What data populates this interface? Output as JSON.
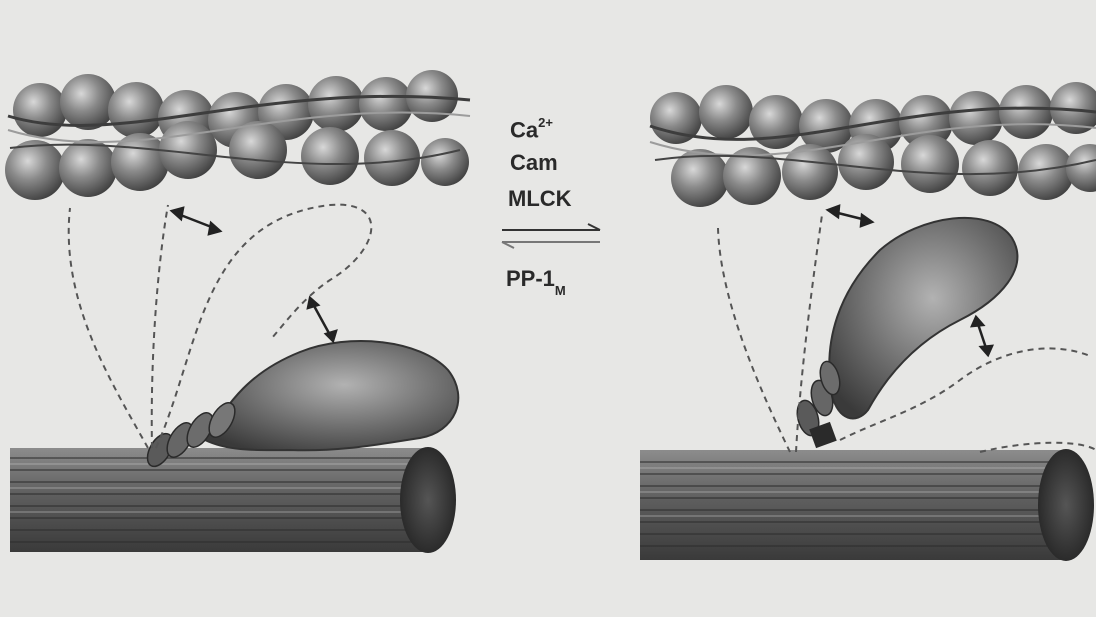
{
  "labels": {
    "ca": "Ca",
    "ca_superscript": "2+",
    "cam": "Cam",
    "mlck": "MLCK",
    "pp1": "PP-1",
    "pp1_subscript": "M"
  },
  "colors": {
    "background": "#e7e7e5",
    "bead": "#7a7a7a",
    "myosin_head": "#6b6b6b",
    "filament": "#4f4f4f",
    "dashed_tail": "#555555",
    "text": "#2a2a2a"
  },
  "icons": [
    "reversible-equilibrium-arrow-icon",
    "double-headed-arrow-icon"
  ]
}
